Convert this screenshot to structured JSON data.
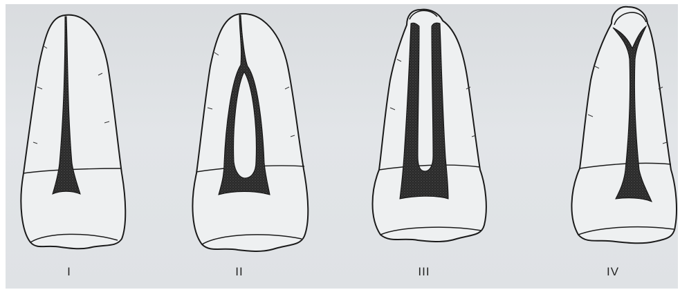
{
  "figure": {
    "background_color": "#e0e3e6",
    "ink_color": "#1a1a1a",
    "canal_fill": "#2a2a2a"
  },
  "teeth": [
    {
      "label": "I"
    },
    {
      "label": "II"
    },
    {
      "label": "III"
    },
    {
      "label": "IV"
    }
  ]
}
